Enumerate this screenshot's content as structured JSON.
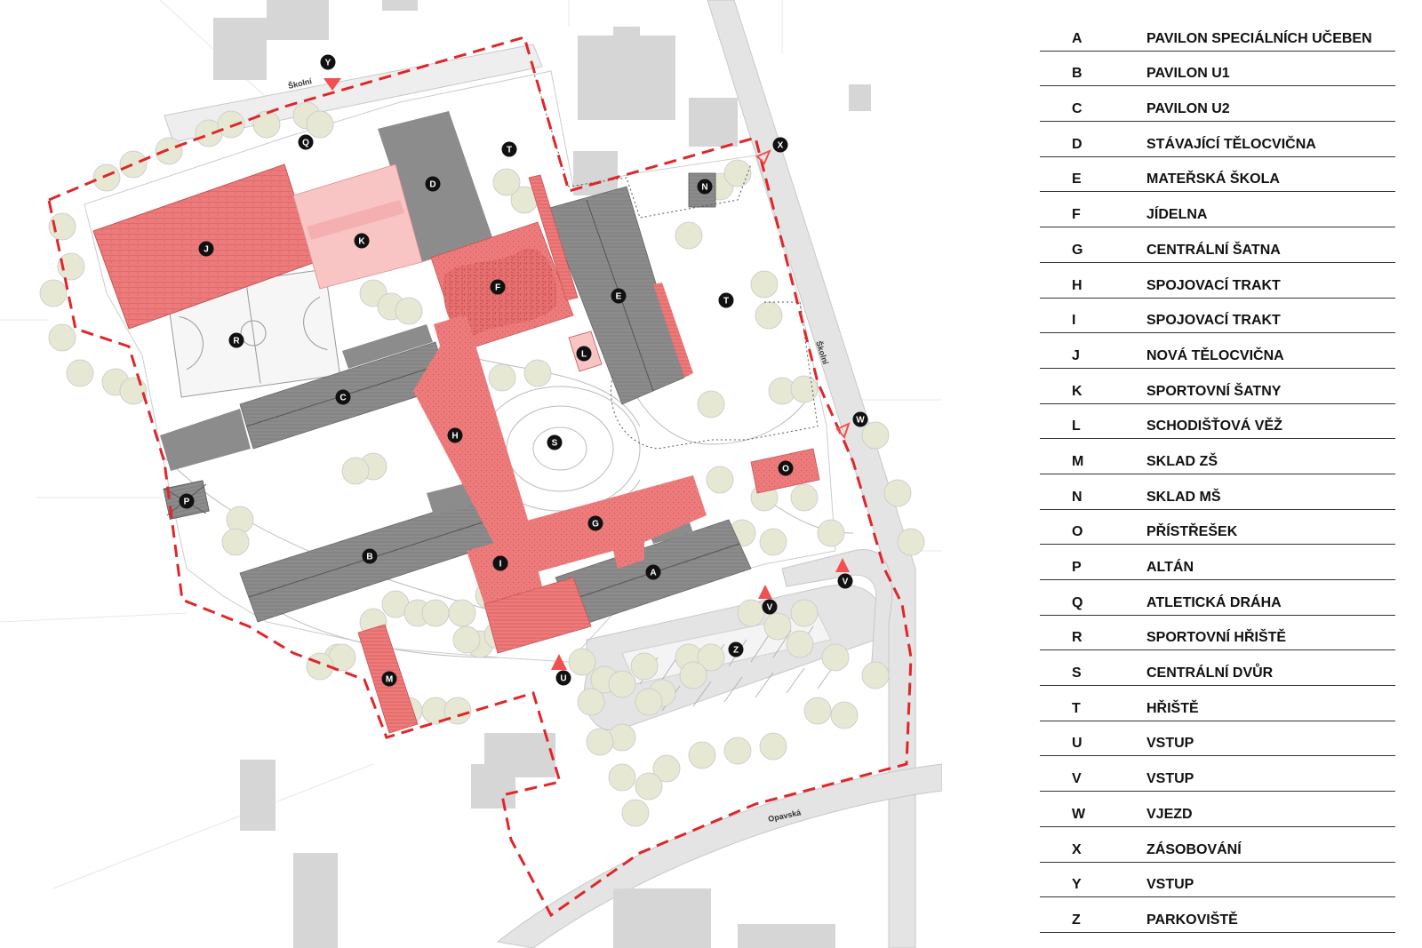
{
  "roads": {
    "north": "Školní",
    "east": "Školní",
    "south": "Opavská"
  },
  "colors": {
    "new_building": "#ee7b7b",
    "new_light": "#f8c4c4",
    "existing": "#8c8c8c",
    "neighbor": "#d6d6d6",
    "boundary": "#e0262a",
    "tree": "#e6e8d4",
    "road": "#e4e4e4"
  },
  "legend": [
    {
      "key": "A",
      "label": "PAVILON SPECIÁLNÍCH UČEBEN"
    },
    {
      "key": "B",
      "label": "PAVILON U1"
    },
    {
      "key": "C",
      "label": "PAVILON U2"
    },
    {
      "key": "D",
      "label": "STÁVAJÍCÍ TĚLOCVIČNA"
    },
    {
      "key": "E",
      "label": "MATEŘSKÁ ŠKOLA"
    },
    {
      "key": "F",
      "label": "JÍDELNA"
    },
    {
      "key": "G",
      "label": "CENTRÁLNÍ ŠATNA"
    },
    {
      "key": "H",
      "label": "SPOJOVACÍ TRAKT"
    },
    {
      "key": "I",
      "label": "SPOJOVACÍ TRAKT"
    },
    {
      "key": "J",
      "label": "NOVÁ TĚLOCVIČNA"
    },
    {
      "key": "K",
      "label": "SPORTOVNÍ ŠATNY"
    },
    {
      "key": "L",
      "label": "SCHODIŠŤOVÁ VĚŽ"
    },
    {
      "key": "M",
      "label": "SKLAD ZŠ"
    },
    {
      "key": "N",
      "label": "SKLAD MŠ"
    },
    {
      "key": "O",
      "label": "PŘÍSTŘEŠEK"
    },
    {
      "key": "P",
      "label": "ALTÁN"
    },
    {
      "key": "Q",
      "label": "ATLETICKÁ DRÁHA"
    },
    {
      "key": "R",
      "label": "SPORTOVNÍ HŘIŠTĚ"
    },
    {
      "key": "S",
      "label": "CENTRÁLNÍ DVŮR"
    },
    {
      "key": "T",
      "label": "HŘIŠTĚ"
    },
    {
      "key": "U",
      "label": "VSTUP"
    },
    {
      "key": "V",
      "label": "VSTUP"
    },
    {
      "key": "W",
      "label": "VJEZD"
    },
    {
      "key": "X",
      "label": "ZÁSOBOVÁNÍ"
    },
    {
      "key": "Y",
      "label": "VSTUP"
    },
    {
      "key": "Z",
      "label": "PARKOVIŠTĚ"
    }
  ],
  "markers": {
    "A": "A",
    "B": "B",
    "C": "C",
    "D": "D",
    "E": "E",
    "F": "F",
    "G": "G",
    "H": "H",
    "I": "I",
    "J": "J",
    "K": "K",
    "L": "L",
    "M": "M",
    "N": "N",
    "O": "O",
    "P": "P",
    "Q": "Q",
    "R": "R",
    "S": "S",
    "T1": "T",
    "T2": "T",
    "U": "U",
    "V1": "V",
    "V2": "V",
    "W": "W",
    "X": "X",
    "Y": "Y",
    "Z": "Z"
  }
}
